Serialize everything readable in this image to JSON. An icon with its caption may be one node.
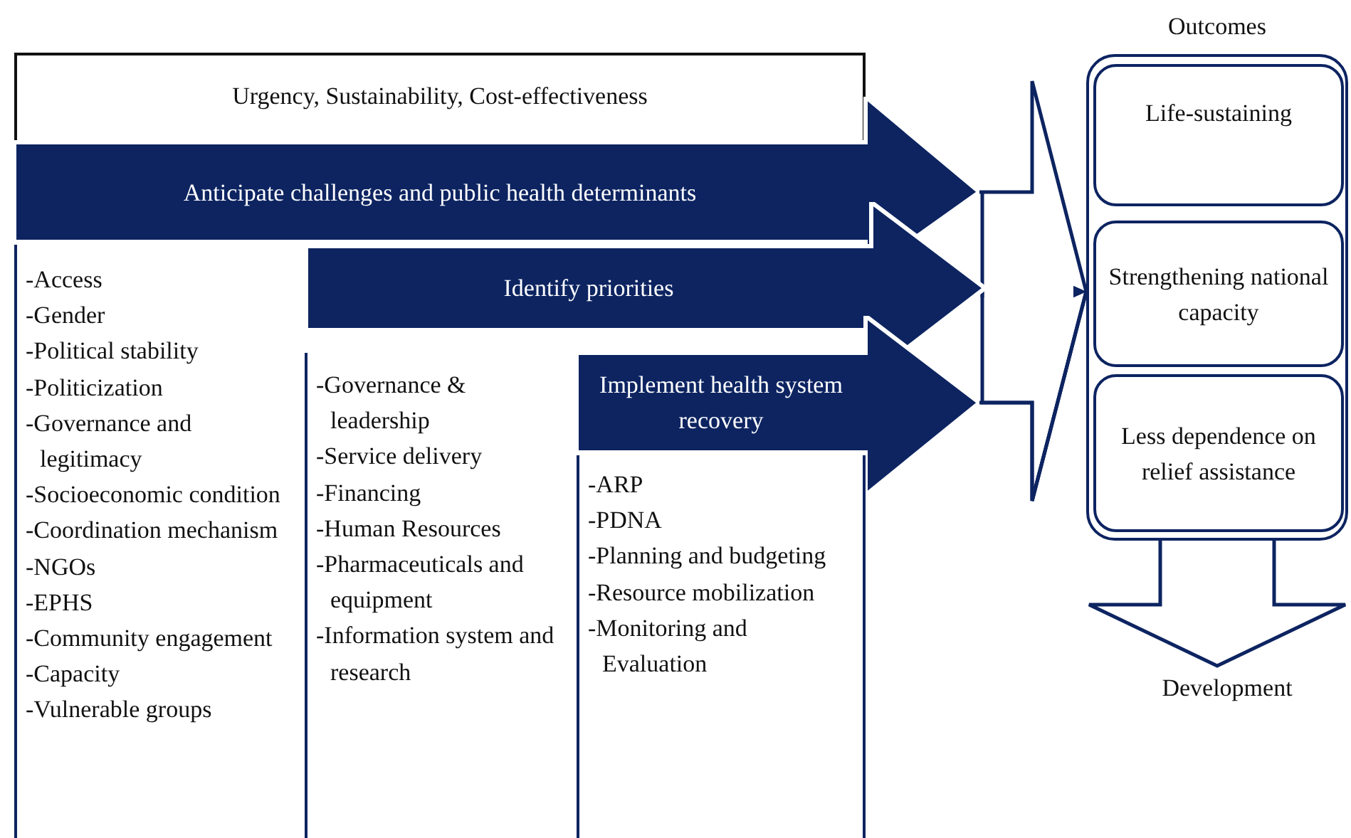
{
  "diagram": {
    "nodes": [
      {
        "text": [
          "Urgency, Sustainability, Cost-effectiveness"
        ]
      },
      {
        "text": [
          "Anticipate challenges and public health determinants"
        ]
      },
      {
        "text": [
          "-Access",
          "-Gender",
          "-Political stability",
          "-Politicization",
          "-Governance and legitimacy",
          "-Socioeconomic condition",
          "-Coordination mechanism",
          "-NGOs",
          "-EPHS",
          "-Community engagement",
          "-Capacity",
          "-Vulnerable groups"
        ]
      },
      {
        "text": [
          "Identify priorities"
        ]
      },
      {
        "text": [
          "-Governance & leadership",
          "-Service delivery",
          "-Financing",
          "-Human Resources",
          "-Pharmaceuticals and equipment",
          "-Information system and research"
        ]
      },
      {
        "text": [
          "Implement health system recovery"
        ]
      },
      {
        "text": [
          "-ARP",
          "-PDNA",
          "-Planning and budgeting",
          "-Resource mobilization",
          "-Monitoring and Evaluation"
        ]
      },
      {
        "text": [
          "Outcomes"
        ]
      },
      {
        "text": [
          "Life-sustaining"
        ],
        "in": 7
      },
      {
        "text": [
          "Strengthening national capacity"
        ],
        "in": 7
      },
      {
        "text": [
          "Less dependence on relief assistance"
        ],
        "in": 7
      },
      {
        "text": [
          "Development"
        ]
      }
    ],
    "edges": [
      {
        "from": 1,
        "to": 7,
        "arrow": "to"
      },
      {
        "from": 3,
        "to": 7,
        "arrow": "to"
      },
      {
        "from": 5,
        "to": 7,
        "arrow": "to"
      },
      {
        "from": 7,
        "to": 11,
        "arrow": "to"
      }
    ]
  }
}
